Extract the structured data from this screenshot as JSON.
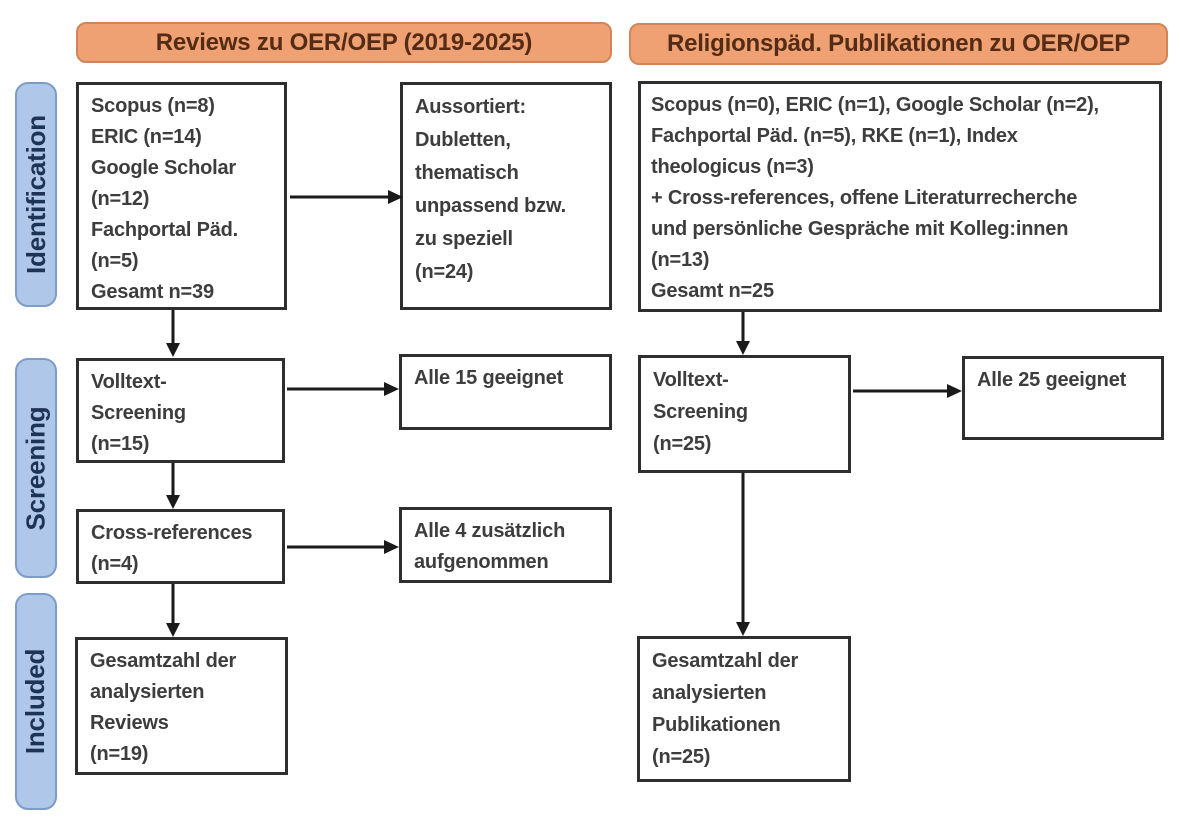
{
  "colors": {
    "header_fill": "#F0A173",
    "header_border": "#D28558",
    "header_text": "#542C15",
    "stage_fill": "#AFC8EA",
    "stage_border": "#7E9CC8",
    "stage_text": "#1F3355",
    "box_border": "#2E2E2E",
    "box_text": "#3D3D3D",
    "arrow": "#1A1A1A",
    "page_bg": "#FFFFFF"
  },
  "headers": {
    "left": "Reviews zu OER/OEP (2019-2025)",
    "right": "Religionspäd. Publikationen zu OER/OEP"
  },
  "stages": {
    "identification": "Identification",
    "screening": "Screening",
    "included": "Included"
  },
  "boxes": {
    "left_identification": "Scopus (n=8)\nERIC (n=14)\nGoogle Scholar\n(n=12)\nFachportal Päd.\n(n=5)\nGesamt n=39",
    "left_excluded": "Aussortiert:\nDubletten,\nthematisch\nunpassend bzw.\nzu speziell\n(n=24)",
    "left_fulltext": "Volltext-\nScreening\n(n=15)",
    "left_fulltext_result": "Alle 15 geeignet",
    "left_crossref": "Cross-references\n(n=4)",
    "left_crossref_result": "Alle 4 zusätzlich\naufgenommen",
    "left_included": "Gesamtzahl der\nanalysierten\nReviews\n(n=19)",
    "right_identification": "Scopus (n=0), ERIC (n=1), Google Scholar (n=2),\nFachportal Päd. (n=5), RKE (n=1), Index\ntheologicus (n=3)\n+ Cross-references, offene Literaturrecherche\nund persönliche Gespräche mit Kolleg:innen\n(n=13)\nGesamt n=25",
    "right_fulltext": "Volltext-\nScreening\n(n=25)",
    "right_fulltext_result": "Alle 25 geeignet",
    "right_included": "Gesamtzahl der\nanalysierten\nPublikationen\n(n=25)"
  }
}
